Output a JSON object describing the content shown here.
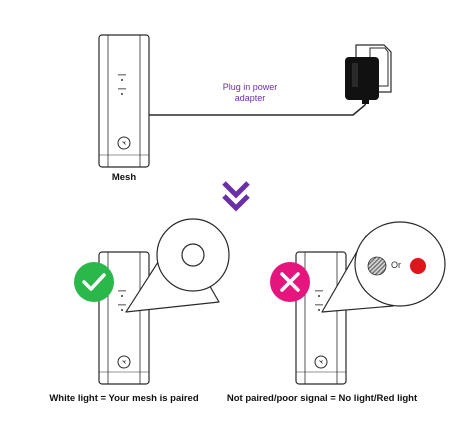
{
  "top": {
    "device_label": "Mesh",
    "plug_instruction": "Plug in power\nadapter"
  },
  "bottom_left": {
    "caption": "White light = Your mesh is paired",
    "status": "success",
    "light_color": "#ffffff"
  },
  "bottom_right": {
    "caption": "Not paired/poor signal = No light/Red light",
    "status": "error",
    "or_text": "Or",
    "no_light_pattern": "striped-grey",
    "red_light_color": "#e0151b"
  },
  "colors": {
    "accent_purple": "#6b2fa8",
    "success_green": "#2bb84a",
    "error_pink": "#e5157e",
    "red_light": "#e0151b",
    "outline": "#2a2a2a"
  },
  "icons": {
    "arrow": "double-chevron-down-icon",
    "success": "checkmark-icon",
    "error": "x-icon",
    "adapter": "power-adapter-icon"
  }
}
